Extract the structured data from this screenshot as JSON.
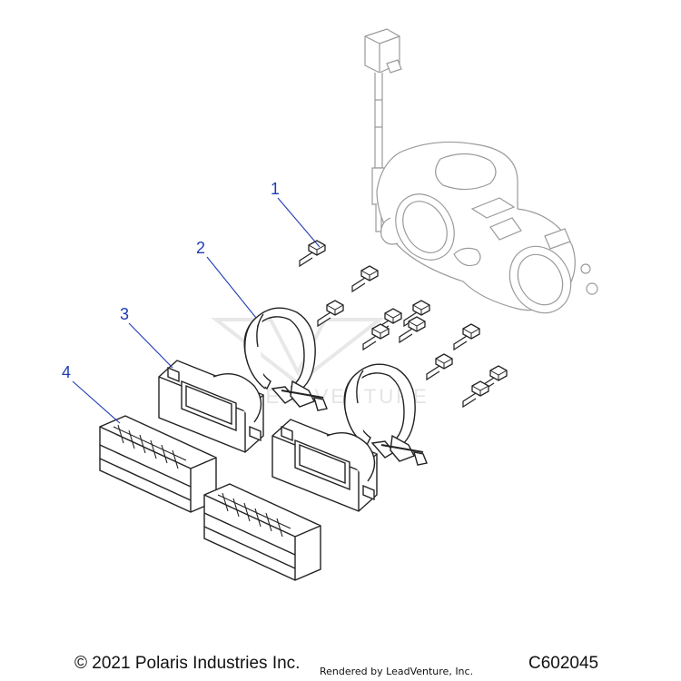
{
  "callouts": [
    {
      "number": "1"
    },
    {
      "number": "2"
    },
    {
      "number": "3"
    },
    {
      "number": "4"
    }
  ],
  "footer": {
    "copyright": "© 2021 Polaris Industries Inc.",
    "rendered_by": "Rendered by LeadVenture, Inc.",
    "part_code": "C602045"
  },
  "watermark": {
    "text": "LEADVENTURE"
  },
  "colors": {
    "callout": "#1f3bb3",
    "leader": "#1f3bb3",
    "outline": "#222222",
    "ghost_outline": "#9a9a9a",
    "watermark": "#e4e4e4"
  }
}
